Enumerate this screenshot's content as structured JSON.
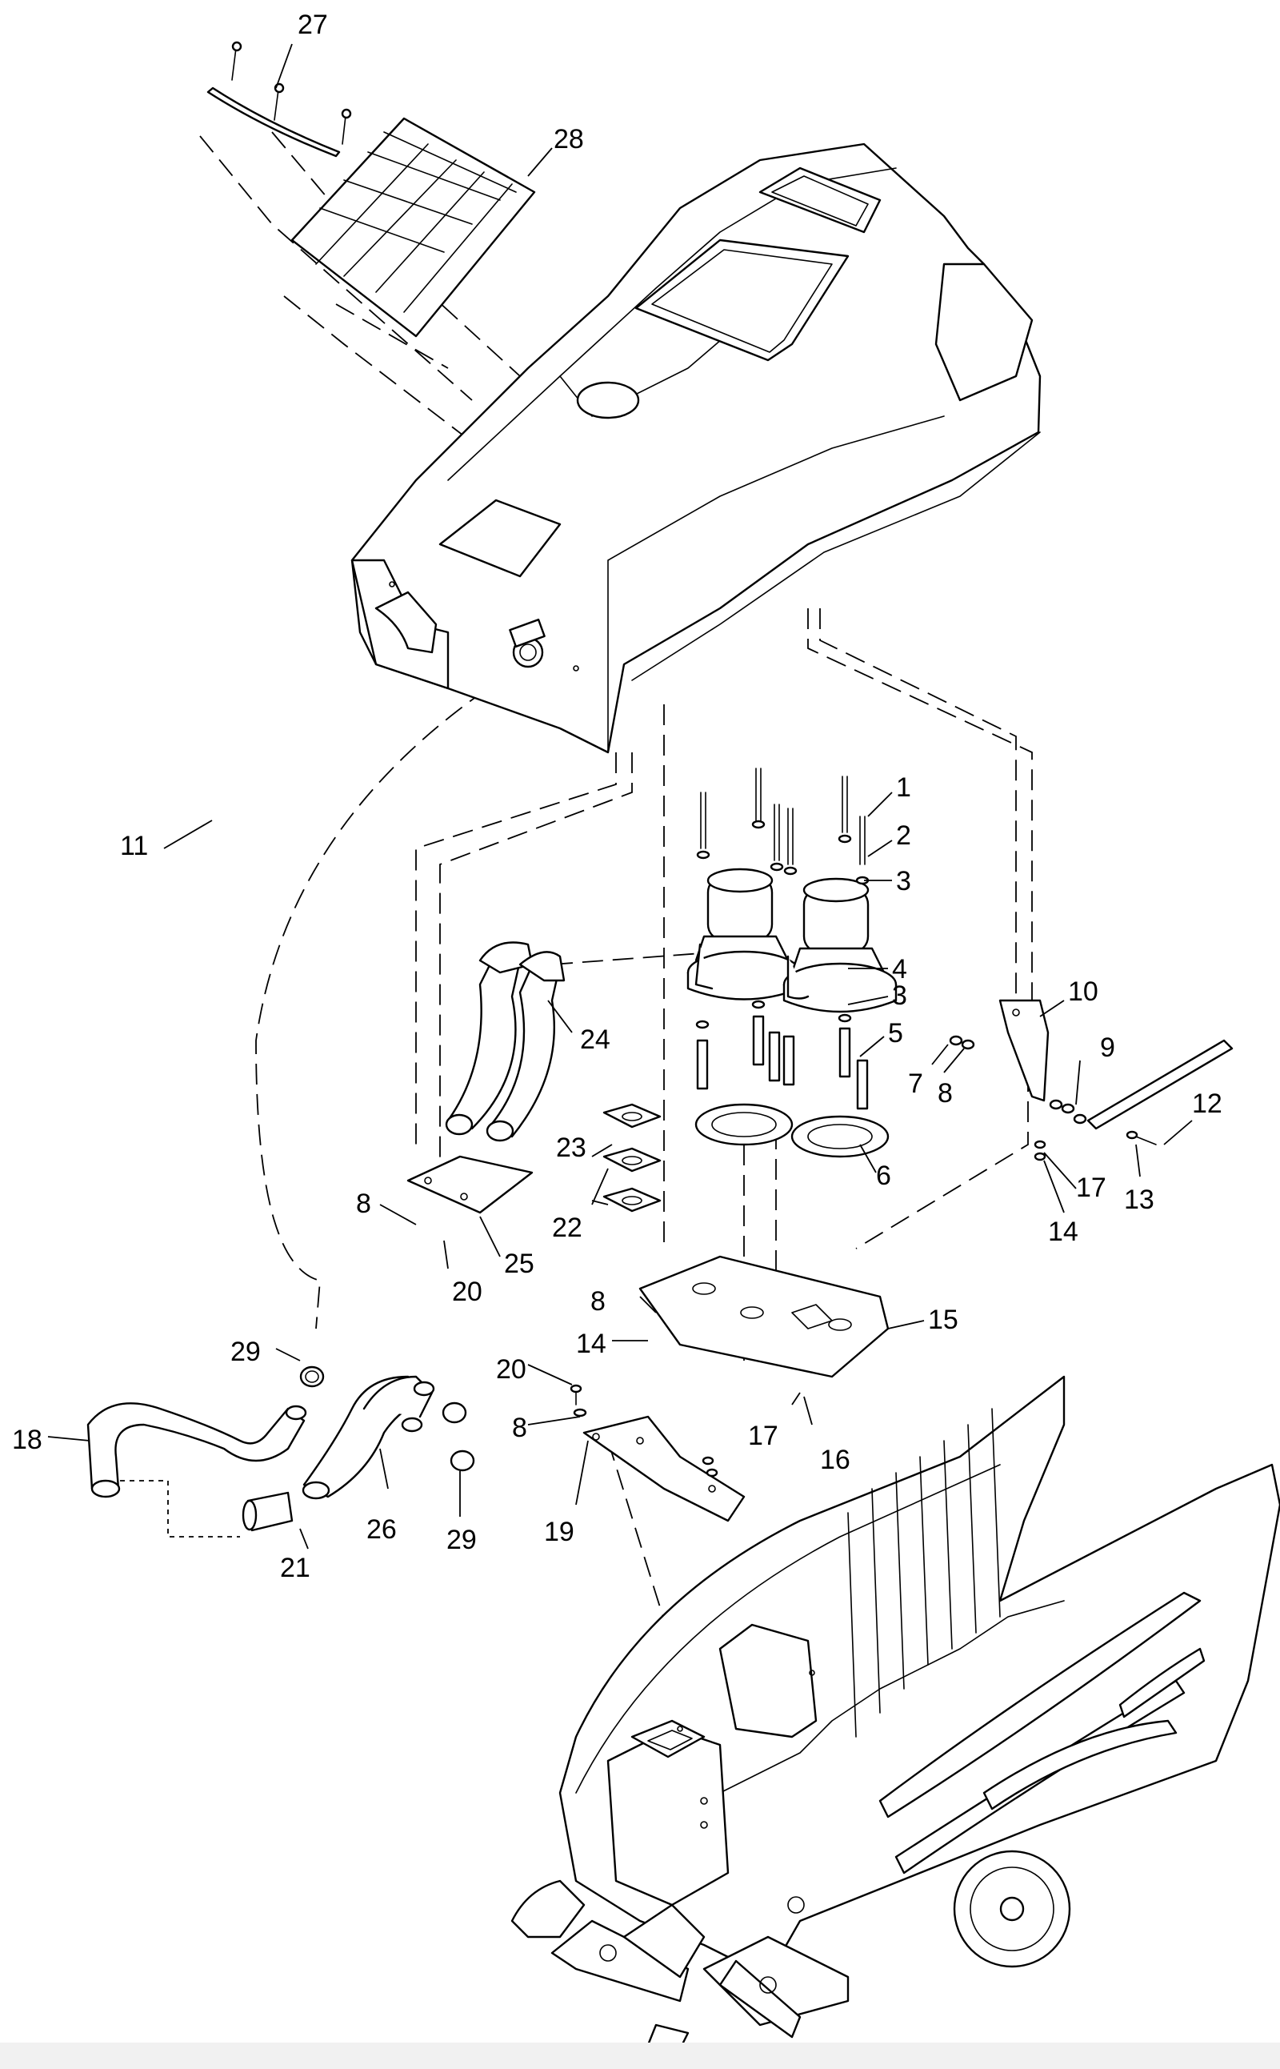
{
  "callouts": [
    {
      "id": "c1",
      "text": "1"
    },
    {
      "id": "c2",
      "text": "2"
    },
    {
      "id": "c3a",
      "text": "3"
    },
    {
      "id": "c3b",
      "text": "3"
    },
    {
      "id": "c4",
      "text": "4"
    },
    {
      "id": "c5",
      "text": "5"
    },
    {
      "id": "c6",
      "text": "6"
    },
    {
      "id": "c7",
      "text": "7"
    },
    {
      "id": "c8a",
      "text": "8"
    },
    {
      "id": "c8b",
      "text": "8"
    },
    {
      "id": "c8c",
      "text": "8"
    },
    {
      "id": "c8d",
      "text": "8"
    },
    {
      "id": "c9",
      "text": "9"
    },
    {
      "id": "c10",
      "text": "10"
    },
    {
      "id": "c11",
      "text": "11"
    },
    {
      "id": "c12",
      "text": "12"
    },
    {
      "id": "c13",
      "text": "13"
    },
    {
      "id": "c14a",
      "text": "14"
    },
    {
      "id": "c14b",
      "text": "14"
    },
    {
      "id": "c15",
      "text": "15"
    },
    {
      "id": "c16",
      "text": "16"
    },
    {
      "id": "c17a",
      "text": "17"
    },
    {
      "id": "c17b",
      "text": "17"
    },
    {
      "id": "c18",
      "text": "18"
    },
    {
      "id": "c19",
      "text": "19"
    },
    {
      "id": "c20a",
      "text": "20"
    },
    {
      "id": "c20b",
      "text": "20"
    },
    {
      "id": "c21",
      "text": "21"
    },
    {
      "id": "c22",
      "text": "22"
    },
    {
      "id": "c23",
      "text": "23"
    },
    {
      "id": "c24",
      "text": "24"
    },
    {
      "id": "c25",
      "text": "25"
    },
    {
      "id": "c26",
      "text": "26"
    },
    {
      "id": "c27",
      "text": "27"
    },
    {
      "id": "c28",
      "text": "28"
    },
    {
      "id": "c29a",
      "text": "29"
    },
    {
      "id": "c29b",
      "text": "29"
    }
  ]
}
